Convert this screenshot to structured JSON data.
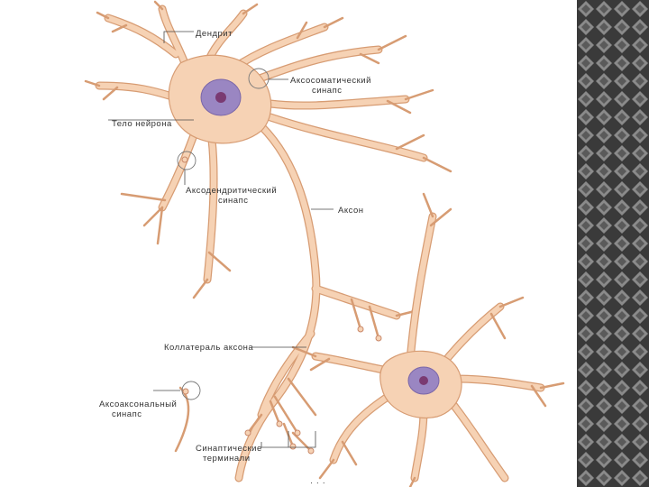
{
  "labels": {
    "dendrite": "Дендрит",
    "axosomatic_line1": "Аксосоматический",
    "axosomatic_line2": "синапс",
    "cell_body": "Тело нейрона",
    "axodendritic_line1": "Аксодендритический",
    "axodendritic_line2": "синапс",
    "axon": "Аксон",
    "collateral": "Коллатераль аксона",
    "axoaxonal_line1": "Аксоаксональный",
    "axoaxonal_line2": "синапс",
    "terminals_line1": "Синаптические",
    "terminals_line2": "терминали"
  },
  "footer": "· · ·",
  "colors": {
    "cell_fill": "#f6d2b4",
    "cell_outline": "#d79c73",
    "nucleus": "#9a86c2",
    "nucleolus": "#7a3a72",
    "side_pattern_dark": "#3a3a3a",
    "side_pattern_light": "#8a8a8a"
  }
}
